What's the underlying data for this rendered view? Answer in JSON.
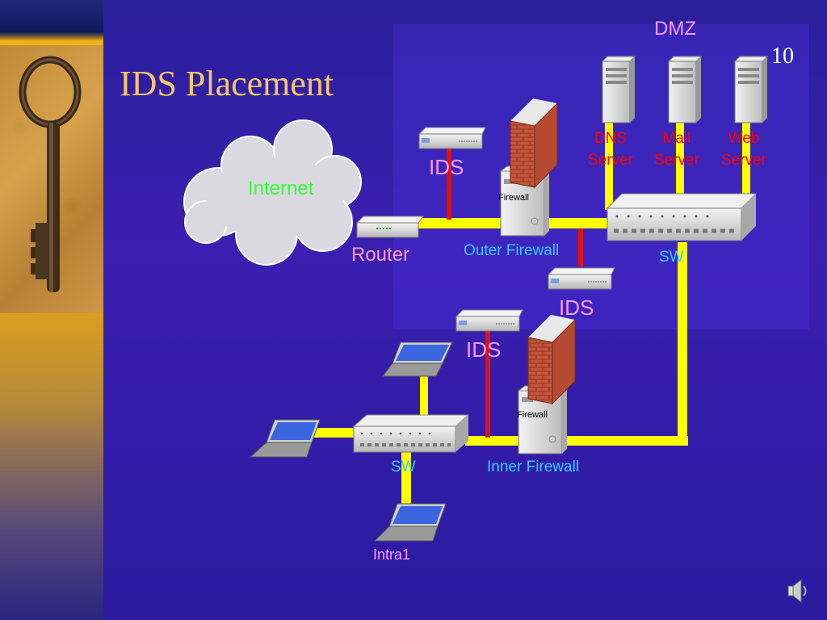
{
  "slide": {
    "title": "IDS Placement",
    "page_number": "10"
  },
  "diagram": {
    "dmz_label": "DMZ",
    "internet_label": "Internet",
    "router_label": "Router",
    "ids_labels": [
      "IDS",
      "IDS",
      "IDS"
    ],
    "outer_firewall_label": "Outer Firewall",
    "inner_firewall_label": "Inner Firewall",
    "firewall_box_labels": [
      "Firewall",
      "Firewall"
    ],
    "dmz_switch_label": "SW",
    "intranet_switch_label": "SW",
    "servers": [
      {
        "line1": "DNS",
        "line2": "Server"
      },
      {
        "line1": "Mail",
        "line2": "Server"
      },
      {
        "line1": "Web",
        "line2": "Server"
      }
    ],
    "intranet_host_label": "Intra1"
  },
  "colors": {
    "background": "#3a1fb0",
    "title": "#f5c66a",
    "link": "#ffff00",
    "ids_link": "#e01010",
    "internet_text": "#33ff33",
    "router_text": "#ff99cc",
    "firewall_text": "#33ccff",
    "ids_text": "#ff99ff",
    "server_text": "#ff0000"
  },
  "icons": [
    "key-image",
    "cloud-icon",
    "router-icon",
    "ids-sensor-icon",
    "brick-firewall-icon",
    "server-tower-icon",
    "switch-icon",
    "laptop-icon",
    "speaker-icon"
  ]
}
